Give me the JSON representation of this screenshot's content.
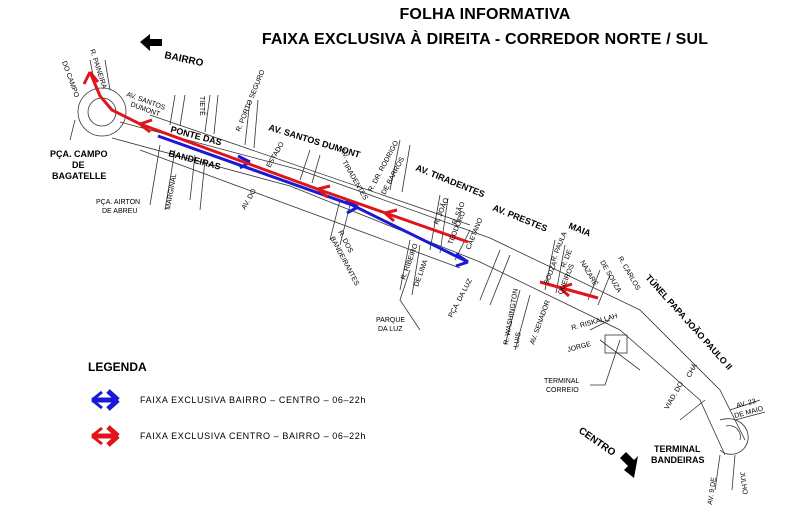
{
  "header": {
    "title_line1": "FOLHA INFORMATIVA",
    "title_line2": "FAIXA EXCLUSIVA À DIREITA - CORREDOR NORTE / SUL"
  },
  "directions": {
    "bairro": "BAIRRO",
    "centro": "CENTRO"
  },
  "streets": {
    "r_paineira": "R. PAINEIRA",
    "do_campo": "DO CAMPO",
    "av_santos_dumont_small": "AV. SANTOS",
    "dumont_small": "DUMONT",
    "tiete": "TIETÊ",
    "r_porto_seguro": "R. PORTO SEGURO",
    "ponte_das": "PONTE DAS",
    "bandeiras": "BANDEIRAS",
    "av_santos_dumont": "AV. SANTOS DUMONT",
    "estado": "ESTADO",
    "av_do": "AV. DO",
    "r_dr_rodrigo": "R. DR. RODRIGO",
    "de_barros": "DE BARROS",
    "av_tiradentes_small": "AV.",
    "tiradentes_small": "TIRADENTES",
    "av_tiradentes": "AV. TIRADENTES",
    "r_joao": "R. JOÃO",
    "teodoro": "TEODORO",
    "r_sao": "R. SÃO",
    "caetano": "CAETANO",
    "av_prestes": "AV. PRESTES",
    "maia": "MAIA",
    "r_paula": "R. PAULA",
    "souza": "SOUZA",
    "r_de": "R. DE",
    "queiros": "QUEIROS",
    "r_carlos": "R. CARLOS",
    "de_souza": "DE SOUZA",
    "nazare": "NAZARÉ",
    "r_dos": "R. DOS",
    "bandeirantes": "BANDEIRANTES",
    "r_ribeiro": "R. RIBEIRO",
    "de_lima": "DE LIMA",
    "pca_da_luz": "PÇA. DA LUZ",
    "marginal": "MARGINAL",
    "r_washington": "R. WASHINGTON",
    "luis": "LUIS",
    "av_senador": "AV. SENADOR",
    "r_riskallah": "R. RISKALLAH",
    "jorge": "JORGE",
    "tunel": "TÚNEL PAPA JOÃO PAULO II",
    "viad_do": "VIAD. DO",
    "cha": "CHÁ",
    "av_23": "AV. 23",
    "de_maio": "DE MAIO",
    "av_9": "AV. 9 DE",
    "julho": "JULHO"
  },
  "places": {
    "pca_campo_1": "PÇA. CAMPO",
    "pca_campo_2": "DE",
    "pca_campo_3": "BAGATELLE",
    "pca_airton_1": "PÇA. AIRTON",
    "pca_airton_2": "DE ABREU",
    "parque_1": "PARQUE",
    "parque_2": "DA LUZ",
    "terminal_correio_1": "TERMINAL",
    "terminal_correio_2": "CORREIO",
    "terminal_band_1": "TERMINAL",
    "terminal_band_2": "BANDEIRAS"
  },
  "legend": {
    "title": "LEGENDA",
    "items": [
      {
        "label": "FAIXA EXCLUSIVA BAIRRO – CENTRO – 06–22h",
        "color": "#1a1ad6"
      },
      {
        "label": "FAIXA EXCLUSIVA CENTRO – BAIRRO – 06–22h",
        "color": "#e0151b"
      }
    ]
  },
  "colors": {
    "blue_lane": "#1a1ad6",
    "red_lane": "#e0151b",
    "street_lines": "#333333"
  }
}
